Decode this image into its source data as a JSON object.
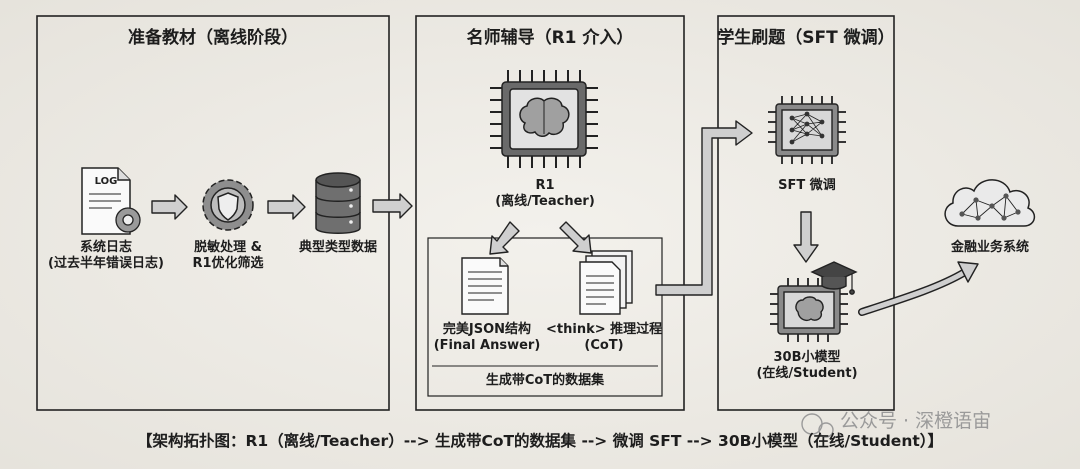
{
  "stages": {
    "offline": {
      "title": "准备教材（离线阶段）"
    },
    "mentor": {
      "title": "名师辅导（R1 介入）"
    },
    "student": {
      "title": "学生刷题（SFT 微调）"
    }
  },
  "nodes": {
    "logs": {
      "line1": "系统日志",
      "line2": "(过去半年错误日志)",
      "icon_text": "LOG"
    },
    "desensitize": {
      "line1": "脱敏处理 &",
      "line2": "R1优化筛选"
    },
    "typical": {
      "line1": "典型类型数据"
    },
    "r1": {
      "line1": "R1",
      "line2": "(离线/Teacher)"
    },
    "json": {
      "line1": "完美JSON结构",
      "line2": "(Final Answer)"
    },
    "think": {
      "line1": "<think> 推理过程",
      "line2": "(CoT)"
    },
    "cot_set": {
      "line1": "生成带CoT的数据集"
    },
    "sft": {
      "line1": "SFT 微调"
    },
    "small_model": {
      "line1": "30B小模型",
      "line2": "(在线/Student)"
    },
    "finance": {
      "line1": "金融业务系统"
    }
  },
  "caption": "【架构拓扑图：R1（离线/Teacher）--> 生成带CoT的数据集 --> 微调 SFT --> 30B小模型（在线/Student）】",
  "watermark": "公众号 · 深橙语宙",
  "icons": [
    "log-document-icon",
    "gear-icon",
    "shield-icon",
    "database-icon",
    "brain-chip-icon",
    "document-icon",
    "stacked-documents-icon",
    "neural-network-chip-icon",
    "graduation-cap-icon",
    "cloud-network-icon"
  ],
  "colors": {
    "background": "#eeece6",
    "ink": "#1d1d1d",
    "arrow_fill": "#cfcfcf"
  }
}
